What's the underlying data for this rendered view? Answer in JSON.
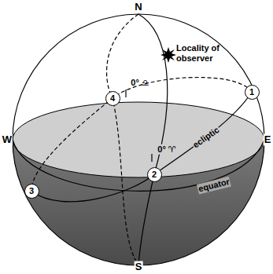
{
  "diagram": {
    "nodes": [
      {
        "text": [
          "1"
        ]
      },
      {
        "text": [
          "4"
        ]
      },
      {
        "text": [
          "2"
        ]
      },
      {
        "text": [
          "3"
        ]
      }
    ],
    "labels": [
      "N",
      "Locality of observer",
      "0° ♎",
      "W",
      "E",
      "ecliptic",
      "0° ♈",
      "equator",
      "S"
    ]
  }
}
